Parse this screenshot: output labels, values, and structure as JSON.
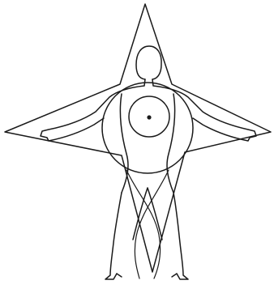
{
  "colors": {
    "background": "#ffffff",
    "ink": "#1a1a1a"
  },
  "figure": {
    "elements": [
      "star-outline",
      "human-figure",
      "torso-circle",
      "navel-circle",
      "center-dot",
      "crossing-leg-curves"
    ]
  }
}
